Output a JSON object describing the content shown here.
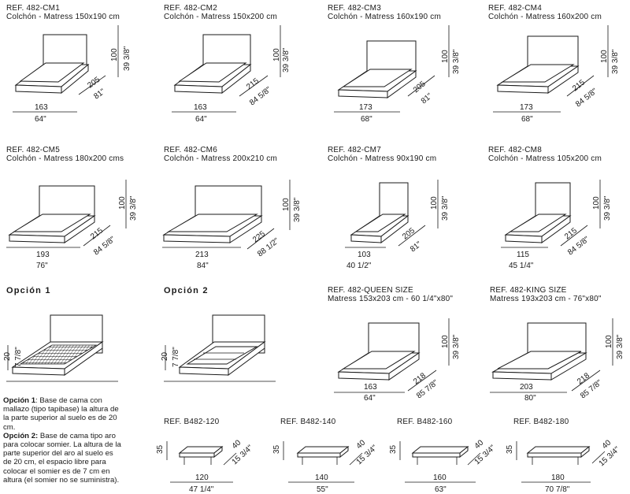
{
  "beds": [
    {
      "ref": "REF. 482-CM1",
      "mattress": "Colchón - Matress 150x190 cm",
      "width_cm": "163",
      "width_in": "64\"",
      "depth_cm": "205",
      "depth_in": "81\"",
      "height_cm": "100",
      "height_in": "39 3/8\""
    },
    {
      "ref": "REF. 482-CM2",
      "mattress": "Colchón - Matress 150x200 cm",
      "width_cm": "163",
      "width_in": "64\"",
      "depth_cm": "215",
      "depth_in": "84 5/8\"",
      "height_cm": "100",
      "height_in": "39 3/8\""
    },
    {
      "ref": "REF. 482-CM3",
      "mattress": "Colchón - Matress 160x190 cm",
      "width_cm": "173",
      "width_in": "68\"",
      "depth_cm": "205",
      "depth_in": "81\"",
      "height_cm": "100",
      "height_in": "39 3/8\""
    },
    {
      "ref": "REF. 482-CM4",
      "mattress": "Colchón - Matress 160x200 cm",
      "width_cm": "173",
      "width_in": "68\"",
      "depth_cm": "215",
      "depth_in": "84 5/8\"",
      "height_cm": "100",
      "height_in": "39 3/8\""
    },
    {
      "ref": "REF. 482-CM5",
      "mattress": "Colchón - Matress 180x200 cms",
      "width_cm": "193",
      "width_in": "76\"",
      "depth_cm": "215",
      "depth_in": "84 5/8\"",
      "height_cm": "100",
      "height_in": "39 3/8\""
    },
    {
      "ref": "REF. 482-CM6",
      "mattress": "Colchón - Matress 200x210 cm",
      "width_cm": "213",
      "width_in": "84\"",
      "depth_cm": "225",
      "depth_in": "88 1/2\"",
      "height_cm": "100",
      "height_in": "39 3/8\""
    },
    {
      "ref": "REF. 482-CM7",
      "mattress": "Colchón - Matress 90x190 cm",
      "width_cm": "103",
      "width_in": "40 1/2\"",
      "depth_cm": "205",
      "depth_in": "81\"",
      "height_cm": "100",
      "height_in": "39 3/8\""
    },
    {
      "ref": "REF. 482-CM8",
      "mattress": "Colchón - Matress 105x200 cm",
      "width_cm": "115",
      "width_in": "45 1/4\"",
      "depth_cm": "215",
      "depth_in": "84 5/8\"",
      "height_cm": "100",
      "height_in": "39 3/8\""
    },
    {
      "ref": "REF. 482-QUEEN SIZE",
      "mattress": "Matress 153x203 cm - 60 1/4\"x80\"",
      "width_cm": "163",
      "width_in": "64\"",
      "depth_cm": "218",
      "depth_in": "85 7/8\"",
      "height_cm": "100",
      "height_in": "39 3/8\""
    },
    {
      "ref": "REF. 482-KING SIZE",
      "mattress": "Matress 193x203 cm - 76\"x80\"",
      "width_cm": "203",
      "width_in": "80\"",
      "depth_cm": "218",
      "depth_in": "85 7/8\"",
      "height_cm": "100",
      "height_in": "39 3/8\""
    }
  ],
  "options": [
    {
      "title": "Opción 1",
      "height_cm": "20",
      "height_in": "7 7/8\""
    },
    {
      "title": "Opción 2",
      "height_cm": "20",
      "height_in": "7 7/8\""
    }
  ],
  "option_text": {
    "opt1_label": "Opción 1",
    "opt1_text": ": Base de cama con mallazo (tipo tapibase) la altura de la parte superior al suelo es de 20 cm.",
    "opt2_label": "Opción 2:",
    "opt2_text": " Base de cama tipo aro para colocar somier. La altura de la parte superior del aro al suelo es de 20 cm, el espacio libre para colocar el somier es de 7 cm en altura (el somier no se suministra)."
  },
  "benches": [
    {
      "ref": "REF. B482-120",
      "height_cm": "35",
      "depth_cm": "40",
      "depth_in": "15 3/4\"",
      "width_cm": "120",
      "width_in": "47 1/4\""
    },
    {
      "ref": "REF. B482-140",
      "height_cm": "35",
      "depth_cm": "40",
      "depth_in": "15 3/4\"",
      "width_cm": "140",
      "width_in": "55\""
    },
    {
      "ref": "REF. B482-160",
      "height_cm": "35",
      "depth_cm": "40",
      "depth_in": "15 3/4\"",
      "width_cm": "160",
      "width_in": "63\""
    },
    {
      "ref": "REF. B482-180",
      "height_cm": "35",
      "depth_cm": "40",
      "depth_in": "15 3/4\"",
      "width_cm": "180",
      "width_in": "70 7/8\""
    }
  ]
}
